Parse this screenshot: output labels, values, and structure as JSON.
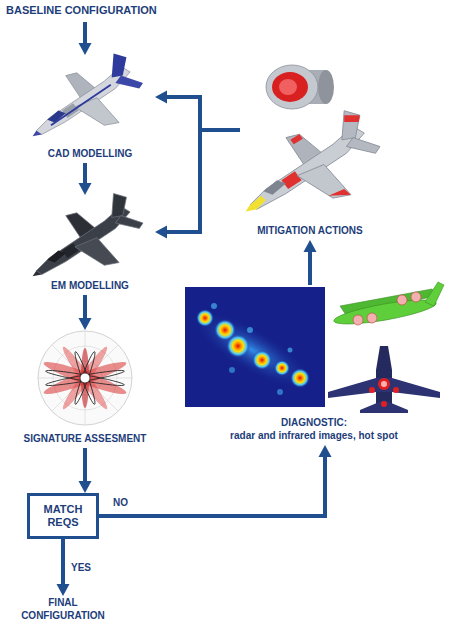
{
  "diagram": {
    "nodes": [
      {
        "text": [
          "BASELINE CONFIGURATION"
        ]
      },
      {
        "text": [
          "CAD MODELLING"
        ]
      },
      {
        "text": [
          "EM MODELLING"
        ]
      },
      {
        "text": [
          "SIGNATURE ASSESMENT"
        ]
      },
      {
        "text": [
          "MATCH REQS"
        ]
      },
      {
        "text": [
          "FINAL CONFIGURATION"
        ]
      },
      {
        "text": [
          "DIAGNOSTIC:",
          "radar and infrared images, hot spot"
        ]
      },
      {
        "text": [
          "MITIGATION ACTIONS"
        ]
      }
    ],
    "edges": [
      {
        "from": 0,
        "to": 1,
        "arrow": "to"
      },
      {
        "from": 1,
        "to": 2,
        "arrow": "to"
      },
      {
        "from": 2,
        "to": 3,
        "arrow": "to"
      },
      {
        "from": 3,
        "to": 4,
        "arrow": "to"
      },
      {
        "from": 4,
        "to": 5,
        "label": "YES",
        "arrow": "to"
      },
      {
        "from": 4,
        "to": 6,
        "label": "NO",
        "arrow": "to"
      },
      {
        "from": 6,
        "to": 7,
        "arrow": "to"
      },
      {
        "from": 7,
        "to": 1,
        "arrow": "to"
      },
      {
        "from": 7,
        "to": 2,
        "arrow": "to"
      }
    ]
  }
}
